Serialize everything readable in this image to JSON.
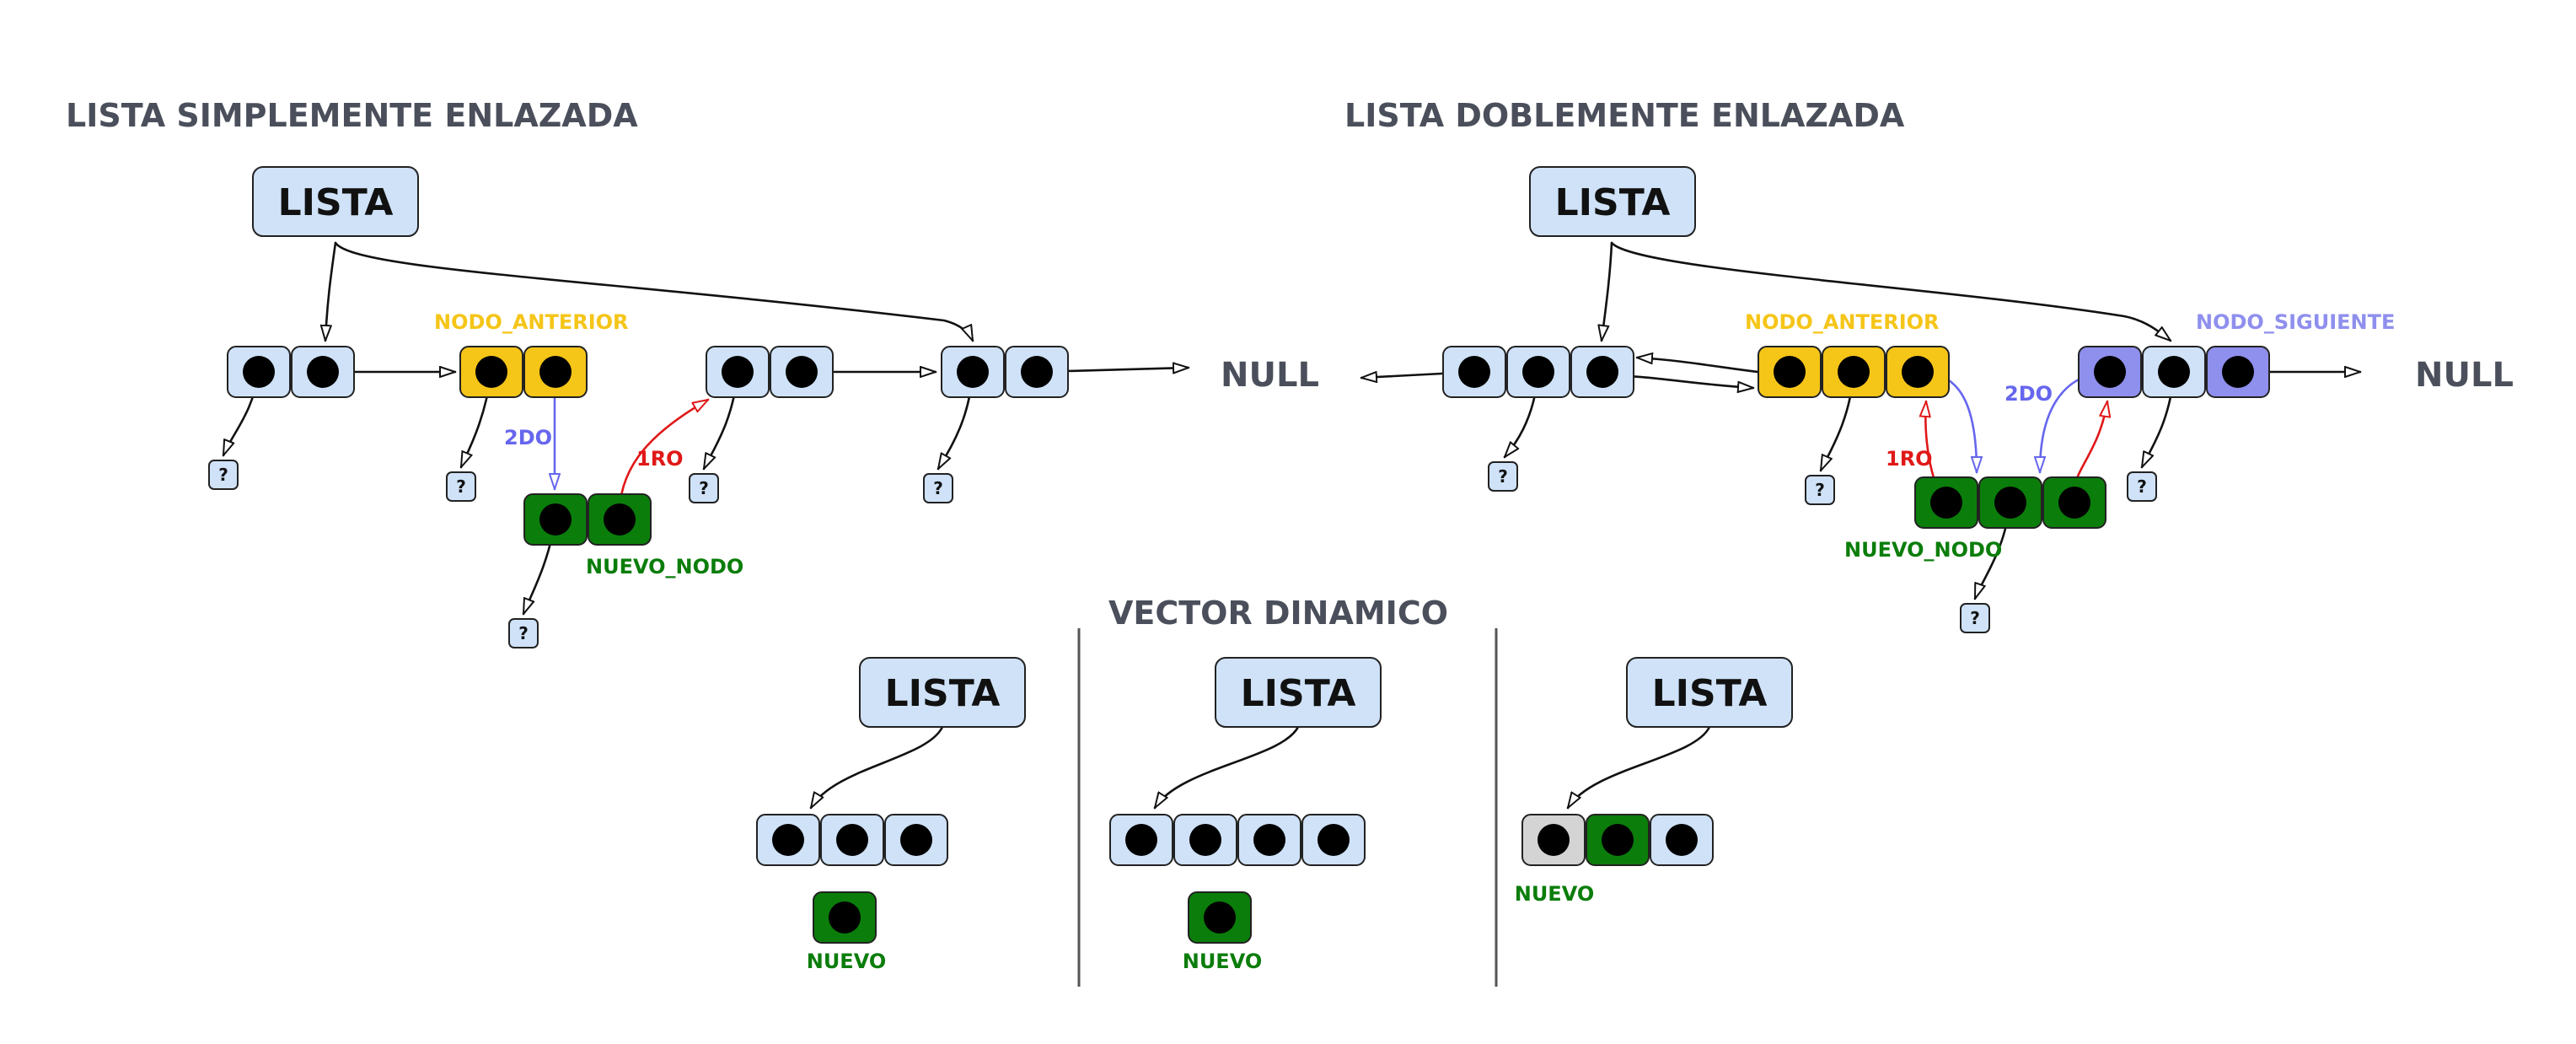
{
  "titles": {
    "simple": "LISTA SIMPLEMENTE ENLAZADA",
    "double": "LISTA DOBLEMENTE ENLAZADA",
    "vector": "VECTOR DINAMICO"
  },
  "lista_label": "LISTA",
  "null_label": "NULL",
  "unknown_mark": "?",
  "labels": {
    "nodo_anterior": "NODO_ANTERIOR",
    "nodo_siguiente": "NODO_SIGUIENTE",
    "nuevo_nodo": "NUEVO_NODO",
    "nuevo": "NUEVO",
    "primero": "1RO",
    "segundo": "2DO"
  },
  "colors": {
    "node_default": "#cfe2f8",
    "node_anterior": "#f5c518",
    "node_siguiente": "#8f8fee",
    "node_nuevo": "#0b7d0b",
    "node_empty": "#d4d4d4",
    "label_anterior": "#f5c518",
    "label_siguiente": "#8f8fee",
    "label_nuevo": "#0b7d0b",
    "arrow_first": "#e01818",
    "arrow_second": "#6666ee",
    "title": "#4a4f5b"
  }
}
